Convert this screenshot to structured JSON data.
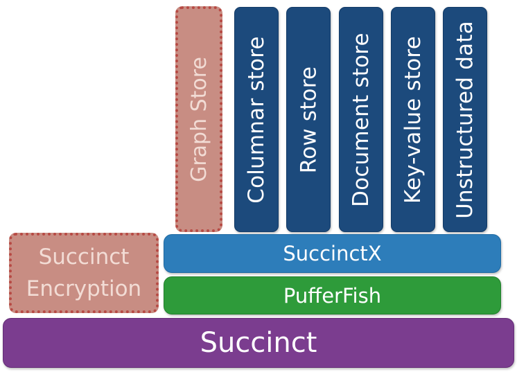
{
  "vertical_stores": [
    {
      "label": "Graph Store"
    },
    {
      "label": "Columnar store"
    },
    {
      "label": "Row store"
    },
    {
      "label": "Document store"
    },
    {
      "label": "Key-value store"
    },
    {
      "label": "Unstructured data"
    }
  ],
  "layers": {
    "succinctx": "SuccinctX",
    "pufferfish": "PufferFish",
    "succinct": "Succinct",
    "encryption_line1": "Succinct",
    "encryption_line2": "Encryption"
  },
  "colors": {
    "store_blue": "#1c4a7c",
    "succinctx_blue": "#2d7dba",
    "pufferfish_green": "#2e9b3a",
    "succinct_purple": "#7b3d8f",
    "dotted_block": "#c88d83"
  }
}
